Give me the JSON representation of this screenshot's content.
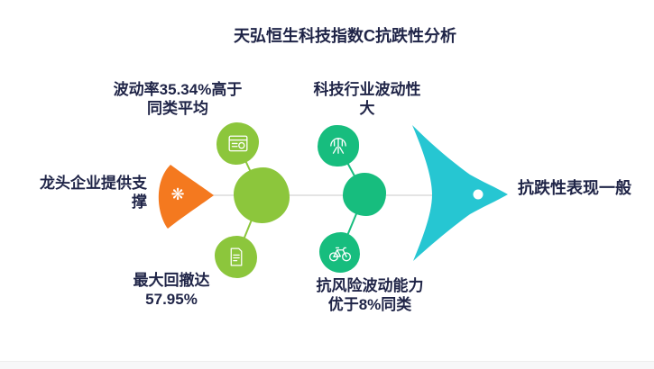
{
  "page": {
    "title": "天弘恒生科技指数C抗跌性分析"
  },
  "diagram": {
    "type": "fishbone-analysis",
    "tail": {
      "line1": "龙头企业提供支",
      "line2": "撑",
      "full_label": "龙头企业提供支撑",
      "icon": "rosette-icon",
      "color": "#F4791F",
      "ornament_glyph": "❋"
    },
    "head": {
      "label": "抗跌性表现一般",
      "color": "#26C6D2"
    },
    "branches": {
      "top_left": {
        "line1": "波动率35.34%高于",
        "line2": "同类平均",
        "icon": "ledger-icon",
        "color": "#8CC63C"
      },
      "bottom_left": {
        "line1": "最大回撤达",
        "line2": "57.95%",
        "icon": "document-icon",
        "color": "#8CC63C"
      },
      "top_right": {
        "line1": "科技行业波动性",
        "line2": "大",
        "icon": "dome-antenna-icon",
        "color": "#17BD7E"
      },
      "bottom_right": {
        "line1": "抗风险波动能力",
        "line2": "优于8%同类",
        "icon": "bicycle-icon",
        "color": "#17BD7E"
      }
    },
    "colors": {
      "text": "#1F2447",
      "spine_line": "#DBDBDB",
      "left_cluster": "#8CC63C",
      "right_cluster": "#17BD7E",
      "tail": "#F4791F",
      "head": "#26C6D2",
      "footer_bg": "#F7F7F8"
    }
  }
}
